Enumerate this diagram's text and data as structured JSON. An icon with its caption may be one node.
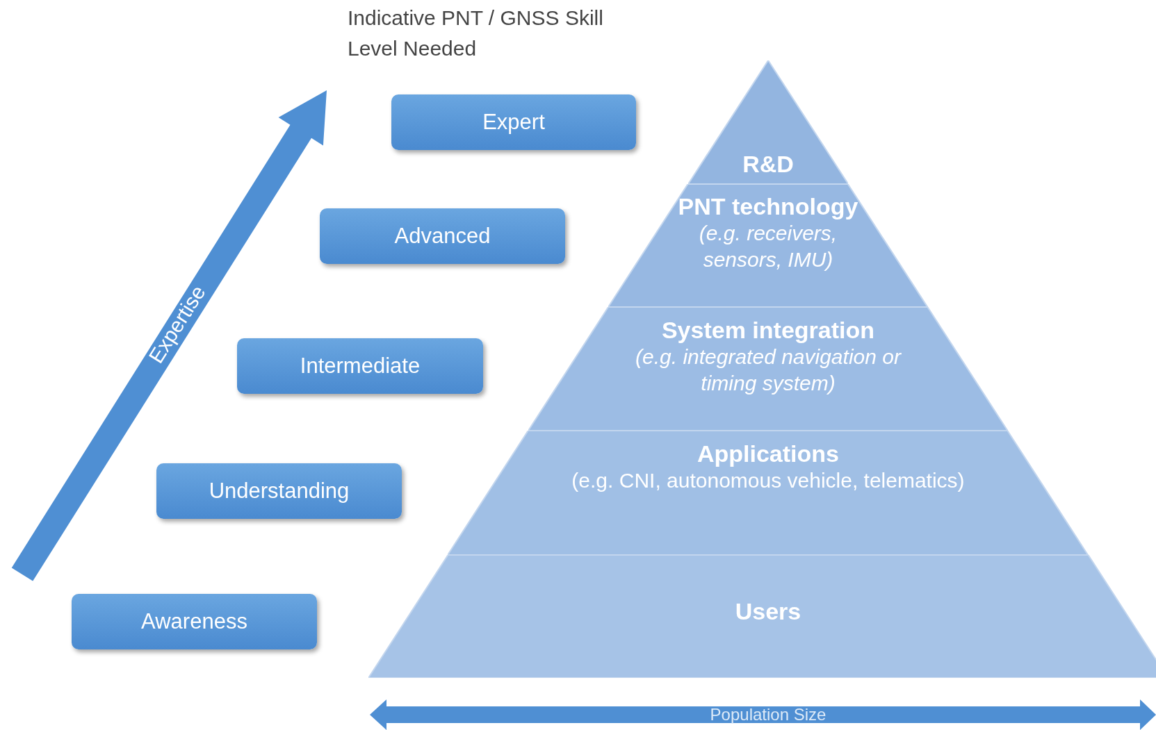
{
  "diagram": {
    "title": "Indicative PNT / GNSS Skill Level Needed",
    "nodes": [
      {
        "text": [
          "Expert"
        ]
      },
      {
        "text": [
          "Advanced"
        ]
      },
      {
        "text": [
          "Intermediate"
        ]
      },
      {
        "text": [
          "Understanding"
        ]
      },
      {
        "text": [
          "Awareness"
        ]
      },
      {
        "text": [
          "R&D"
        ]
      },
      {
        "text": [
          "PNT technology",
          "(e.g. receivers, sensors, IMU)"
        ]
      },
      {
        "text": [
          "System integration",
          "(e.g. integrated navigation or timing system)"
        ]
      },
      {
        "text": [
          "Applications",
          "(e.g. CNI, autonomous vehicle, telematics)"
        ]
      },
      {
        "text": [
          "Users"
        ]
      }
    ],
    "labels": [
      "Expertise",
      "Population Size"
    ]
  }
}
